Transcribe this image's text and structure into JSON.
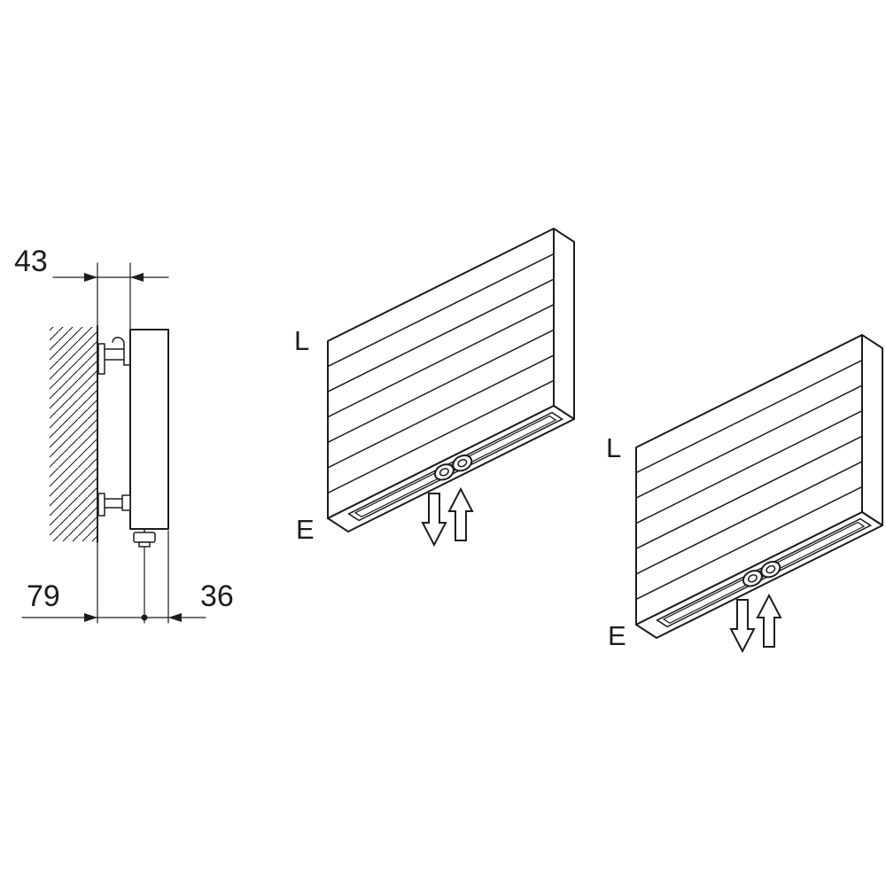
{
  "figure": {
    "background_color": "#ffffff",
    "line_color": "#1d1d1b"
  },
  "side_view": {
    "dim_top": "43",
    "dim_bottom_left": "79",
    "dim_bottom_right": "36"
  },
  "iso_view_left": {
    "label_top": "L",
    "label_bottom": "E"
  },
  "iso_view_right": {
    "label_top": "L",
    "label_bottom": "E"
  },
  "icons": {
    "flow_down_arrow": "hollow-block-arrow-down",
    "flow_up_arrow": "hollow-block-arrow-up",
    "wall_hatch": "diagonal-hatch-pattern"
  }
}
